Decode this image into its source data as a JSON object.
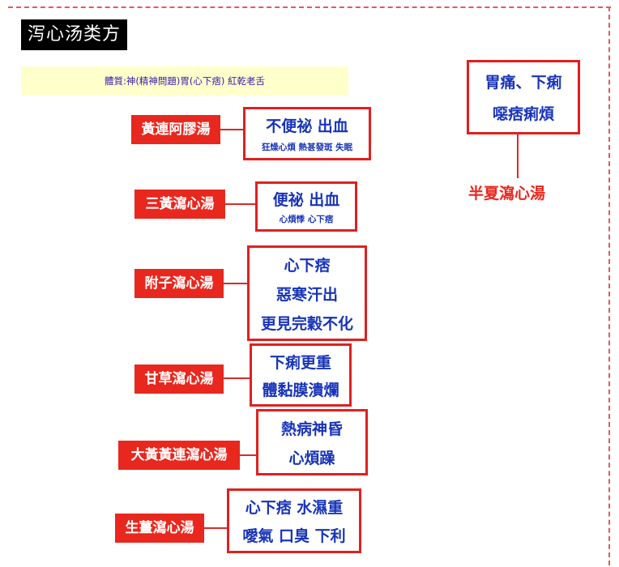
{
  "title": "泻心汤类方",
  "constitution": "體質:神(精神問題)胃(心下痞) 紅乾老舌",
  "formulas": [
    {
      "name": "黃連阿膠湯",
      "symptoms": [
        "不便祕  出血"
      ],
      "notes": "狂燥心煩 熱甚發斑 失眠"
    },
    {
      "name": "三黃瀉心湯",
      "symptoms": [
        "便祕 出血"
      ],
      "notes": "心煩悸 心下痞"
    },
    {
      "name": "附子瀉心湯",
      "symptoms": [
        "心下痞",
        "惡寒汗出",
        "更見完穀不化"
      ]
    },
    {
      "name": "甘草瀉心湯",
      "symptoms": [
        "下痢更重",
        "體黏膜潰爛"
      ]
    },
    {
      "name": "大黃黃連瀉心湯",
      "symptoms": [
        "熱病神昏",
        "心煩躁"
      ]
    },
    {
      "name": "生薑瀉心湯",
      "symptoms": [
        "心下痞 水濕重",
        "噯氣 口臭 下利"
      ]
    }
  ],
  "right": {
    "symptoms": [
      "胃痛、下痢",
      "噁痞痢煩"
    ],
    "formula": "半夏瀉心湯"
  },
  "colors": {
    "formula_bg": "#e8281e",
    "box_border": "#e02020",
    "box_text": "#1834b8",
    "summary_bg": "#ffffcc"
  }
}
